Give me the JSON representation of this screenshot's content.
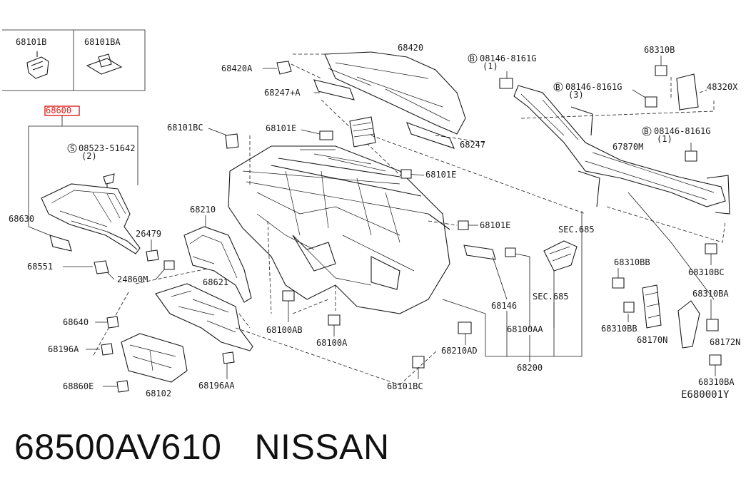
{
  "labels": {
    "p68101B": "68101B",
    "p68101BA": "68101BA",
    "p68600": "68600",
    "s08523": "08523-51642",
    "s08523q": "(2)",
    "p68630": "68630",
    "p68551": "68551",
    "p26479": "26479",
    "p24860M": "24860M",
    "p68640": "68640",
    "p68196A": "68196A",
    "p68860E": "68860E",
    "p68102": "68102",
    "p68196AA": "68196AA",
    "p68621": "68621",
    "p68210": "68210",
    "p68101BC1": "68101BC",
    "p68420A": "68420A",
    "p68247A": "68247+A",
    "p68420": "68420",
    "p68101E1": "68101E",
    "p68247": "68247",
    "p68101E2": "68101E",
    "p68101E3": "68101E",
    "pSEC685a": "SEC.685",
    "pSEC685b": "SEC.685",
    "p68146": "68146",
    "p68100AA": "68100AA",
    "p68100AB": "68100AB",
    "p68100A": "68100A",
    "p68210AD": "68210AD",
    "p68200": "68200",
    "p68101BC2": "68101BC",
    "b1": "08146-8161G",
    "b1q": "(1)",
    "b2": "08146-8161G",
    "b2q": "(3)",
    "b3": "08146-8161G",
    "b3q": "(1)",
    "p68310B": "68310B",
    "p48320X": "48320X",
    "p67870M": "67870M",
    "p68310BC": "68310BC",
    "p68310BB1": "68310BB",
    "p68310BB2": "68310BB",
    "p68170N": "68170N",
    "p68310BA1": "68310BA",
    "p68172N": "68172N",
    "p68310BA2": "68310BA",
    "code": "E680001Y"
  },
  "footer": {
    "part_number": "68500AV610",
    "brand": "NISSAN"
  },
  "colors": {
    "highlight": "#e0201a",
    "ink": "#1a1a1a"
  }
}
